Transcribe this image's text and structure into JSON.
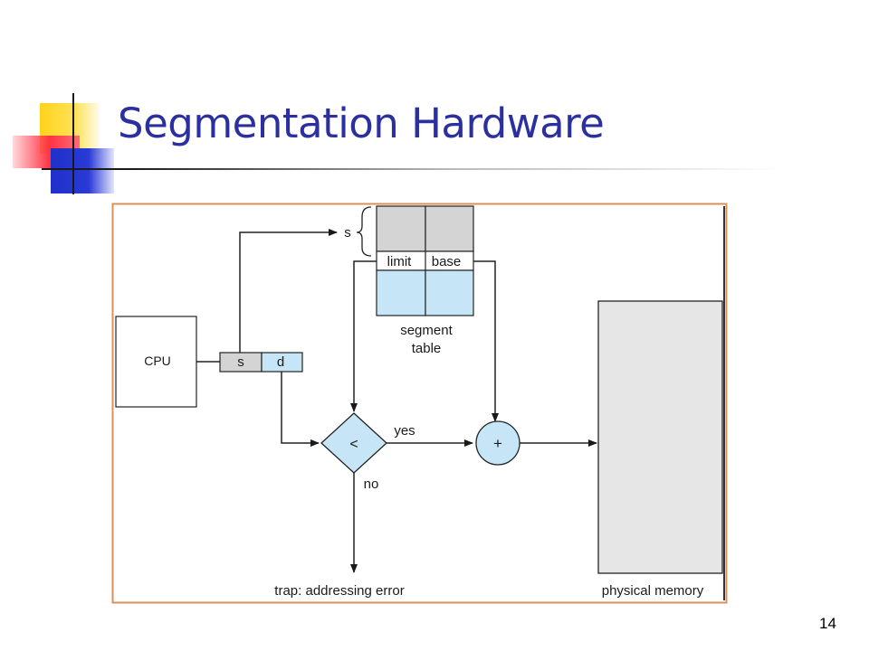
{
  "slide": {
    "title": "Segmentation Hardware",
    "page_number": "14"
  },
  "diagram": {
    "cpu_label": "CPU",
    "address_s": "s",
    "address_d": "d",
    "selector_label": "s",
    "table_col_limit": "limit",
    "table_col_base": "base",
    "table_caption_line1": "segment",
    "table_caption_line2": "table",
    "compare_symbol": "<",
    "add_symbol": "+",
    "yes_label": "yes",
    "no_label": "no",
    "trap_label": "trap: addressing error",
    "memory_label": "physical memory",
    "colors": {
      "frame_border": "#d9905a",
      "light_blue": "#c6e6f8",
      "gray_fill": "#d4d4d4",
      "memory_fill": "#e6e6e6",
      "title_blue": "#2b2fa0"
    }
  }
}
